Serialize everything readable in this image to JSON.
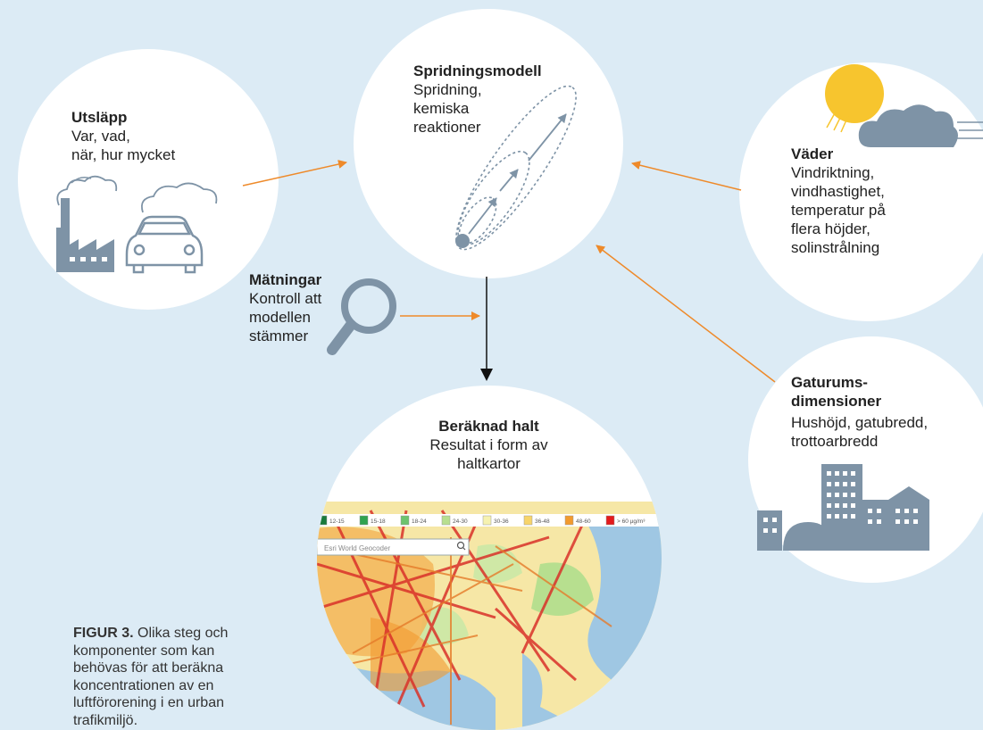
{
  "nodes": {
    "emissions": {
      "title": "Utsläpp",
      "text": [
        "Var, vad,",
        "när, hur mycket"
      ]
    },
    "dispersion": {
      "title": "Spridningsmodell",
      "text": [
        "Spridning,",
        "kemiska",
        "reaktioner"
      ]
    },
    "weather": {
      "title": "Väder",
      "text": [
        "Vindriktning,",
        "vindhastighet,",
        "temperatur på",
        "flera höjder,",
        "solinstrålning"
      ]
    },
    "measurements": {
      "title": "Mätningar",
      "text": [
        "Kontroll att",
        "modellen",
        "stämmer"
      ]
    },
    "street": {
      "title": "Gaturums-",
      "title2": "dimensioner",
      "text": [
        "Hushöjd, gatubredd,",
        "trottoarbredd"
      ]
    },
    "result": {
      "title": "Beräknad halt",
      "text": [
        "Resultat i form av",
        "haltkartor"
      ]
    }
  },
  "map": {
    "search_placeholder": "Esri World Geocoder",
    "legend": [
      {
        "label": "12-15",
        "color": "#1a7a3c"
      },
      {
        "label": "15-18",
        "color": "#2fa34f"
      },
      {
        "label": "18-24",
        "color": "#6cc36e"
      },
      {
        "label": "24-30",
        "color": "#b7df8f"
      },
      {
        "label": "30-36",
        "color": "#f6f2b0"
      },
      {
        "label": "36-48",
        "color": "#f7d46a"
      },
      {
        "label": "48-60",
        "color": "#f29a2e"
      },
      {
        "label": "> 60 µg/m³",
        "color": "#e31a1c"
      }
    ]
  },
  "caption": {
    "label": "FIGUR 3.",
    "text": "Olika steg och komponenter som kan behövas för att beräkna koncentrationen av en luftförorening i en urban trafikmiljö."
  },
  "colors": {
    "background": "#dcebf5",
    "arrow_orange": "#ee8a2a",
    "arrow_black": "#111111",
    "icon_gray": "#7e93a6",
    "sun": "#f7c52e"
  }
}
